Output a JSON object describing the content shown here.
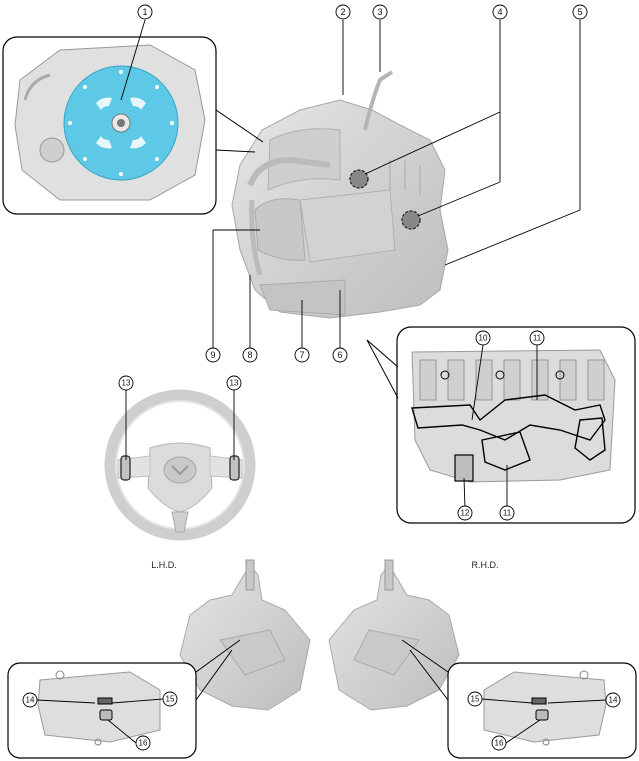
{
  "callouts": {
    "c1": "1",
    "c2": "2",
    "c3": "3",
    "c4": "4",
    "c5": "5",
    "c6": "6",
    "c7": "7",
    "c8": "8",
    "c9": "9",
    "c10": "10",
    "c11": "11",
    "c12": "12",
    "c13": "13",
    "c14": "14",
    "c15": "15",
    "c16": "16"
  },
  "captions": {
    "lhd": "L.H.D.",
    "rhd": "R.H.D."
  },
  "colors": {
    "highlight": "#5ec9e6",
    "part_fill": "#d6d6d6",
    "part_stroke": "#9a9a9a",
    "frame": "#000000"
  }
}
